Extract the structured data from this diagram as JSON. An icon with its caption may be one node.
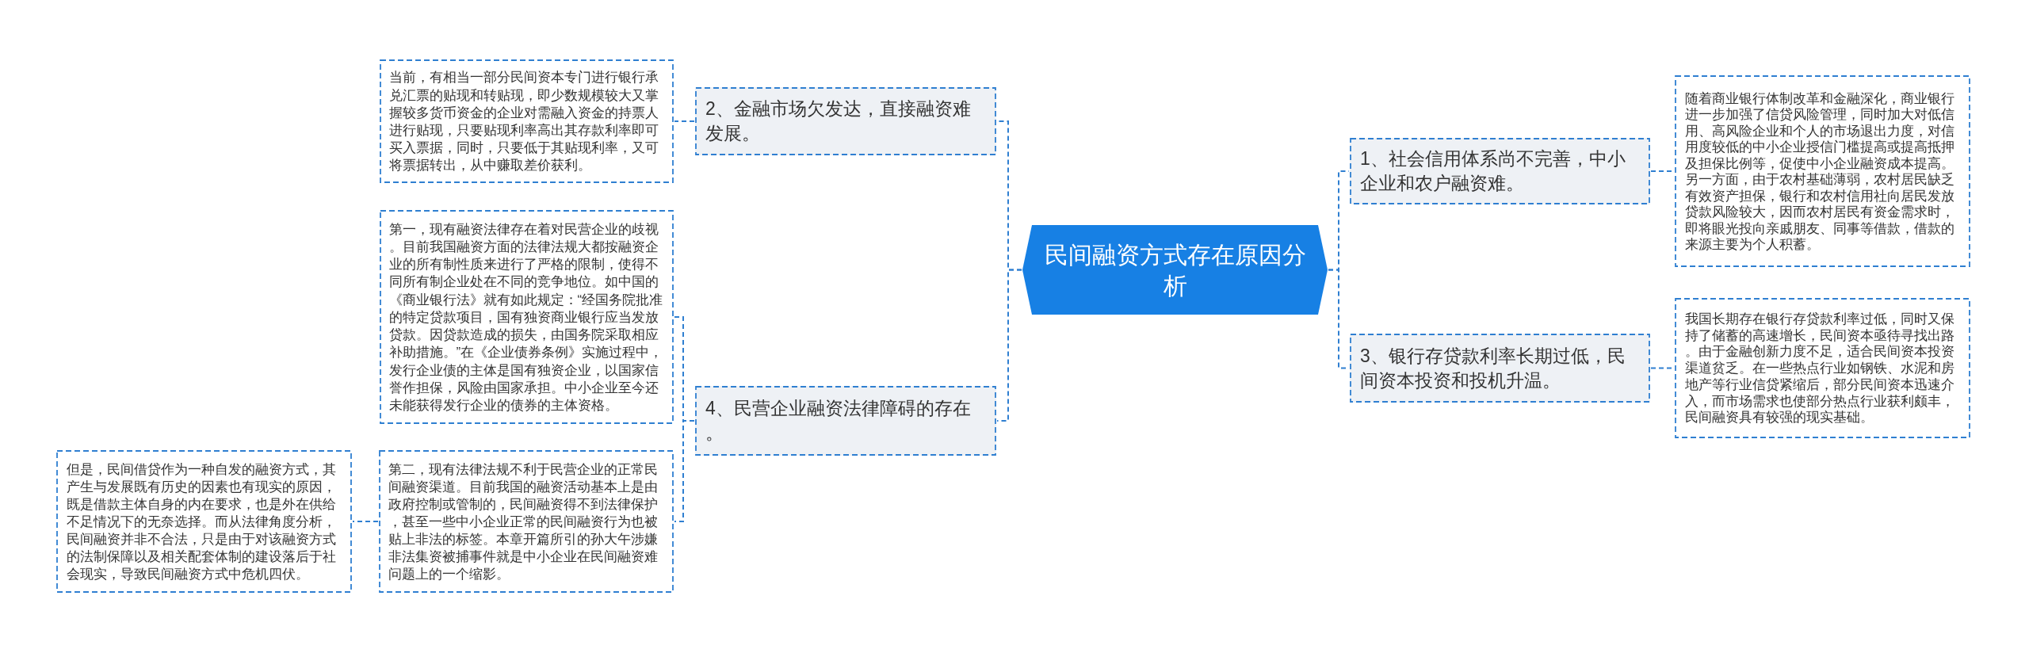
{
  "diagram": {
    "nodes": [
      {
        "text": [
          "民间融资方式存在原因分析"
        ]
      },
      {
        "text": [
          "2、金融市场欠发达，直接融资难发展。"
        ]
      },
      {
        "text": [
          "当前，有相当一部分民间资本专门进行银行承兑汇票的贴现和转贴现，即少数规模较大又掌握较多货币资金的企业对需融入资金的持票人进行贴现，只要贴现利率高出其存款利率即可买入票据，同时，只要低于其贴现利率，又可将票据转出，从中赚取差价获利。"
        ]
      },
      {
        "text": [
          "4、民营企业融资法律障碍的存在。"
        ]
      },
      {
        "text": [
          "第一，现有融资法律存在着对民营企业的歧视。目前我国融资方面的法律法规大都按融资企业的所有制性质来进行了严格的限制，使得不同所有制企业处在不同的竞争地位。如中国的《商业银行法》就有如此规定：“经国务院批准的特定贷款项目，国有独资商业银行应当发放贷款。因贷款造成的损失，由国务院采取相应补助措施。”在《企业债券条例》实施过程中，发行企业债的主体是国有独资企业，以国家信誉作担保，风险由国家承担。中小企业至今还未能获得发行企业的债券的主体资格。"
        ]
      },
      {
        "text": [
          "第二，现有法律法规不利于民营企业的正常民间融资渠道。目前我国的融资活动基本上是由政府控制或管制的，民间融资得不到法律保护，甚至一些中小企业正常的民间融资行为也被贴上非法的标签。本章开篇所引的孙大午涉嫌非法集资被捕事件就是中小企业在民间融资难问题上的一个缩影。"
        ]
      },
      {
        "text": [
          "但是，民间借贷作为一种自发的融资方式，其产生与发展既有历史的因素也有现实的原因，既是借款主体自身的内在要求，也是外在供给不足情况下的无奈选择。而从法律角度分析，民间融资并非不合法，只是由于对该融资方式的法制保障以及相关配套体制的建设落后于社会现实，导致民间融资方式中危机四伏。"
        ]
      },
      {
        "text": [
          "1、社会信用体系尚不完善，中小企业和农户融资难。"
        ]
      },
      {
        "text": [
          "随着商业银行体制改革和金融深化，商业银行进一步加强了信贷风险管理，同时加大对低信用、高风险企业和个人的市场退出力度，对信用度较低的中小企业授信门槛提高或提高抵押及担保比例等，促使中小企业融资成本提高。另一方面，由于农村基础薄弱，农村居民缺乏有效资产担保，银行和农村信用社向居民发放贷款风险较大，因而农村居民有资金需求时，即将眼光投向亲戚朋友、同事等借款，借款的来源主要为个人积蓄。"
        ]
      },
      {
        "text": [
          "3、银行存贷款利率长期过低，民间资本投资和投机升温。"
        ]
      },
      {
        "text": [
          "我国长期存在银行存贷款利率过低，同时又保持了储蓄的高速增长，民间资本亟待寻找出路。由于金融创新力度不足，适合民间资本投资渠道贫乏。在一些热点行业如钢铁、水泥和房地产等行业信贷紧缩后，部分民间资本迅速介入，而市场需求也使部分热点行业获利颇丰，民间融资具有较强的现实基础。"
        ]
      }
    ],
    "edges": [
      {
        "from": 0,
        "to": 1,
        "arrow": "none"
      },
      {
        "from": 0,
        "to": 3,
        "arrow": "none"
      },
      {
        "from": 0,
        "to": 7,
        "arrow": "none"
      },
      {
        "from": 0,
        "to": 9,
        "arrow": "none"
      },
      {
        "from": 1,
        "to": 2,
        "arrow": "none"
      },
      {
        "from": 3,
        "to": 4,
        "arrow": "none"
      },
      {
        "from": 3,
        "to": 5,
        "arrow": "none"
      },
      {
        "from": 5,
        "to": 6,
        "arrow": "none"
      },
      {
        "from": 7,
        "to": 8,
        "arrow": "none"
      },
      {
        "from": 9,
        "to": 10,
        "arrow": "none"
      }
    ]
  }
}
